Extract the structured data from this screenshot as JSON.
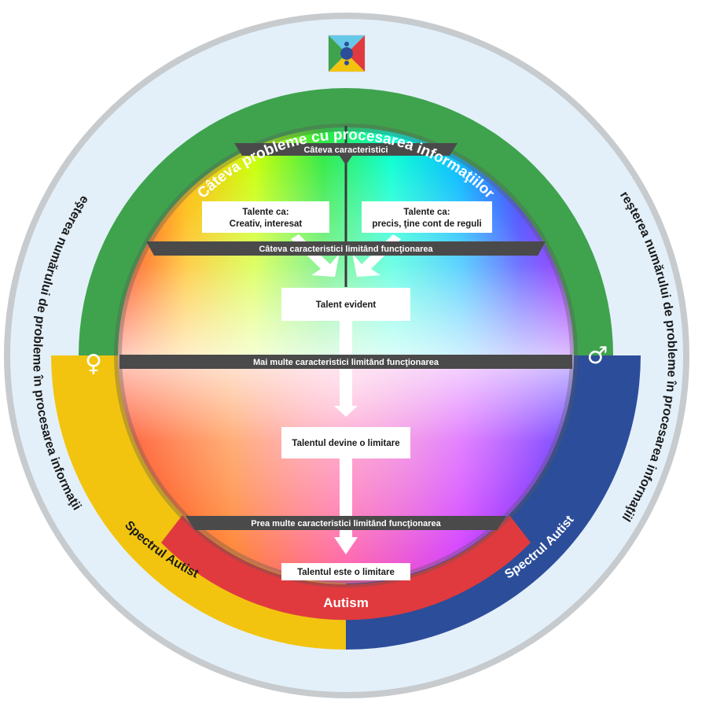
{
  "top_arc_title": "Câteva probleme cu procesarea informaţiilor",
  "left_arc_title": "Creşterea numărului de probleme în procesarea informaţiilor",
  "right_arc_title": "Creşterea numărului de probleme în procesarea informaţiilor",
  "left_spectrum": "Spectrul Autist",
  "right_spectrum": "Spectrul Autist",
  "autism_label": "Autism",
  "female_symbol": "♀",
  "male_symbol": "♂",
  "bars": {
    "bar1": "Câteva caracteristici",
    "bar2": "Câteva caracteristici limitând funcţionarea",
    "bar3": "Mai multe caracteristici limitând funcţionarea",
    "bar4": "Prea multe caracteristici limitând funcţionarea"
  },
  "boxes": {
    "left_talent_line1": "Talente ca:",
    "left_talent_line2": "Creativ, interesat",
    "right_talent_line1": "Talente ca:",
    "right_talent_line2": "precis, ţine cont de reguli",
    "talent_evident": "Talent evident",
    "talent_limit": "Talentul devine o limitare",
    "talent_is_limit": "Talentul este o limitare"
  },
  "icons": {
    "logo": "puzzle-logo-icon"
  },
  "colors": {
    "outer_ring": "#e3f0fa",
    "outer_border": "#c7cbce",
    "green": "#3fa34d",
    "yellow": "#f2c40f",
    "blue": "#2c4d9a",
    "red": "#e03a3e",
    "bar": "#4a4a4a"
  }
}
